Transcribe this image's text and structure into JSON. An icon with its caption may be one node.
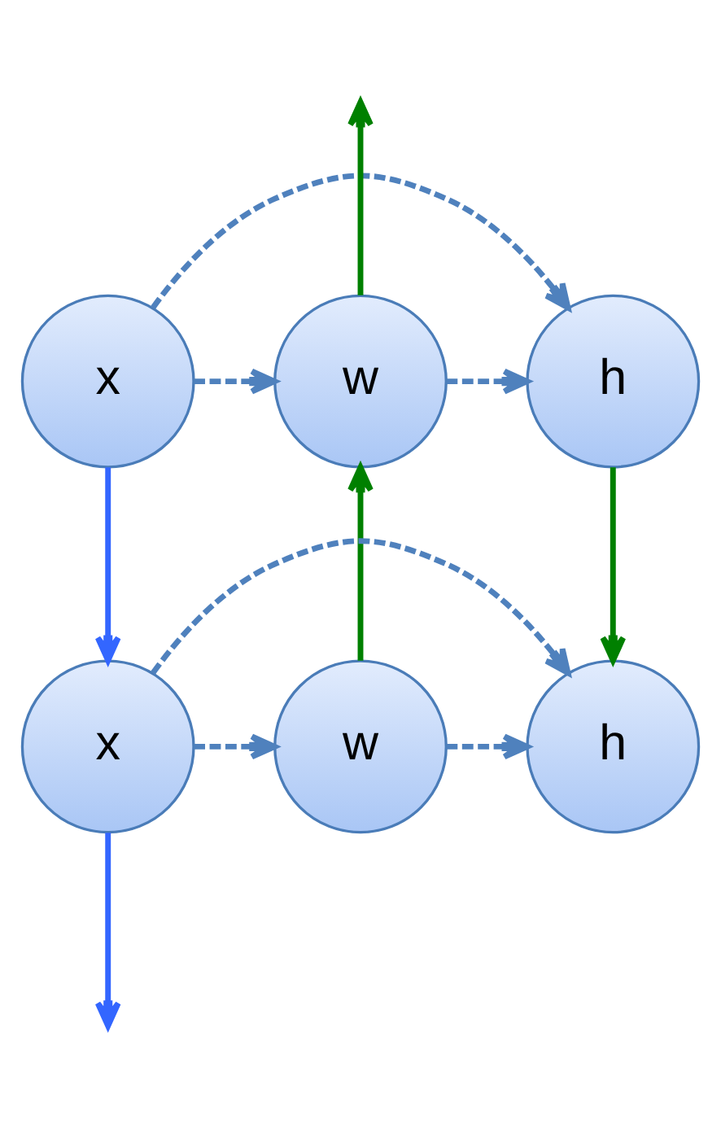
{
  "diagram": {
    "nodes": [
      {
        "text": [
          "x"
        ]
      },
      {
        "text": [
          "w"
        ]
      },
      {
        "text": [
          "h"
        ]
      },
      {
        "text": [
          "x"
        ]
      },
      {
        "text": [
          "w"
        ]
      },
      {
        "text": [
          "h"
        ]
      }
    ],
    "edges": [
      {
        "from": 0,
        "to": 1,
        "arrow": "to",
        "style": "dashed"
      },
      {
        "from": 1,
        "to": 2,
        "arrow": "to",
        "style": "dashed"
      },
      {
        "from": 0,
        "to": 2,
        "arrow": "to",
        "style": "dashed"
      },
      {
        "from": 1,
        "to": null,
        "arrow": "to",
        "color": "#008000"
      },
      {
        "from": 0,
        "to": 3,
        "arrow": "to",
        "color": "#3366ff"
      },
      {
        "from": 4,
        "to": 1,
        "arrow": "to",
        "color": "#008000"
      },
      {
        "from": 2,
        "to": 5,
        "arrow": "to",
        "color": "#008000"
      },
      {
        "from": 3,
        "to": 4,
        "arrow": "to",
        "style": "dashed"
      },
      {
        "from": 4,
        "to": 5,
        "arrow": "to",
        "style": "dashed"
      },
      {
        "from": 3,
        "to": 5,
        "arrow": "to",
        "style": "dashed"
      },
      {
        "from": 3,
        "to": null,
        "arrow": "to",
        "color": "#3366ff"
      }
    ]
  }
}
